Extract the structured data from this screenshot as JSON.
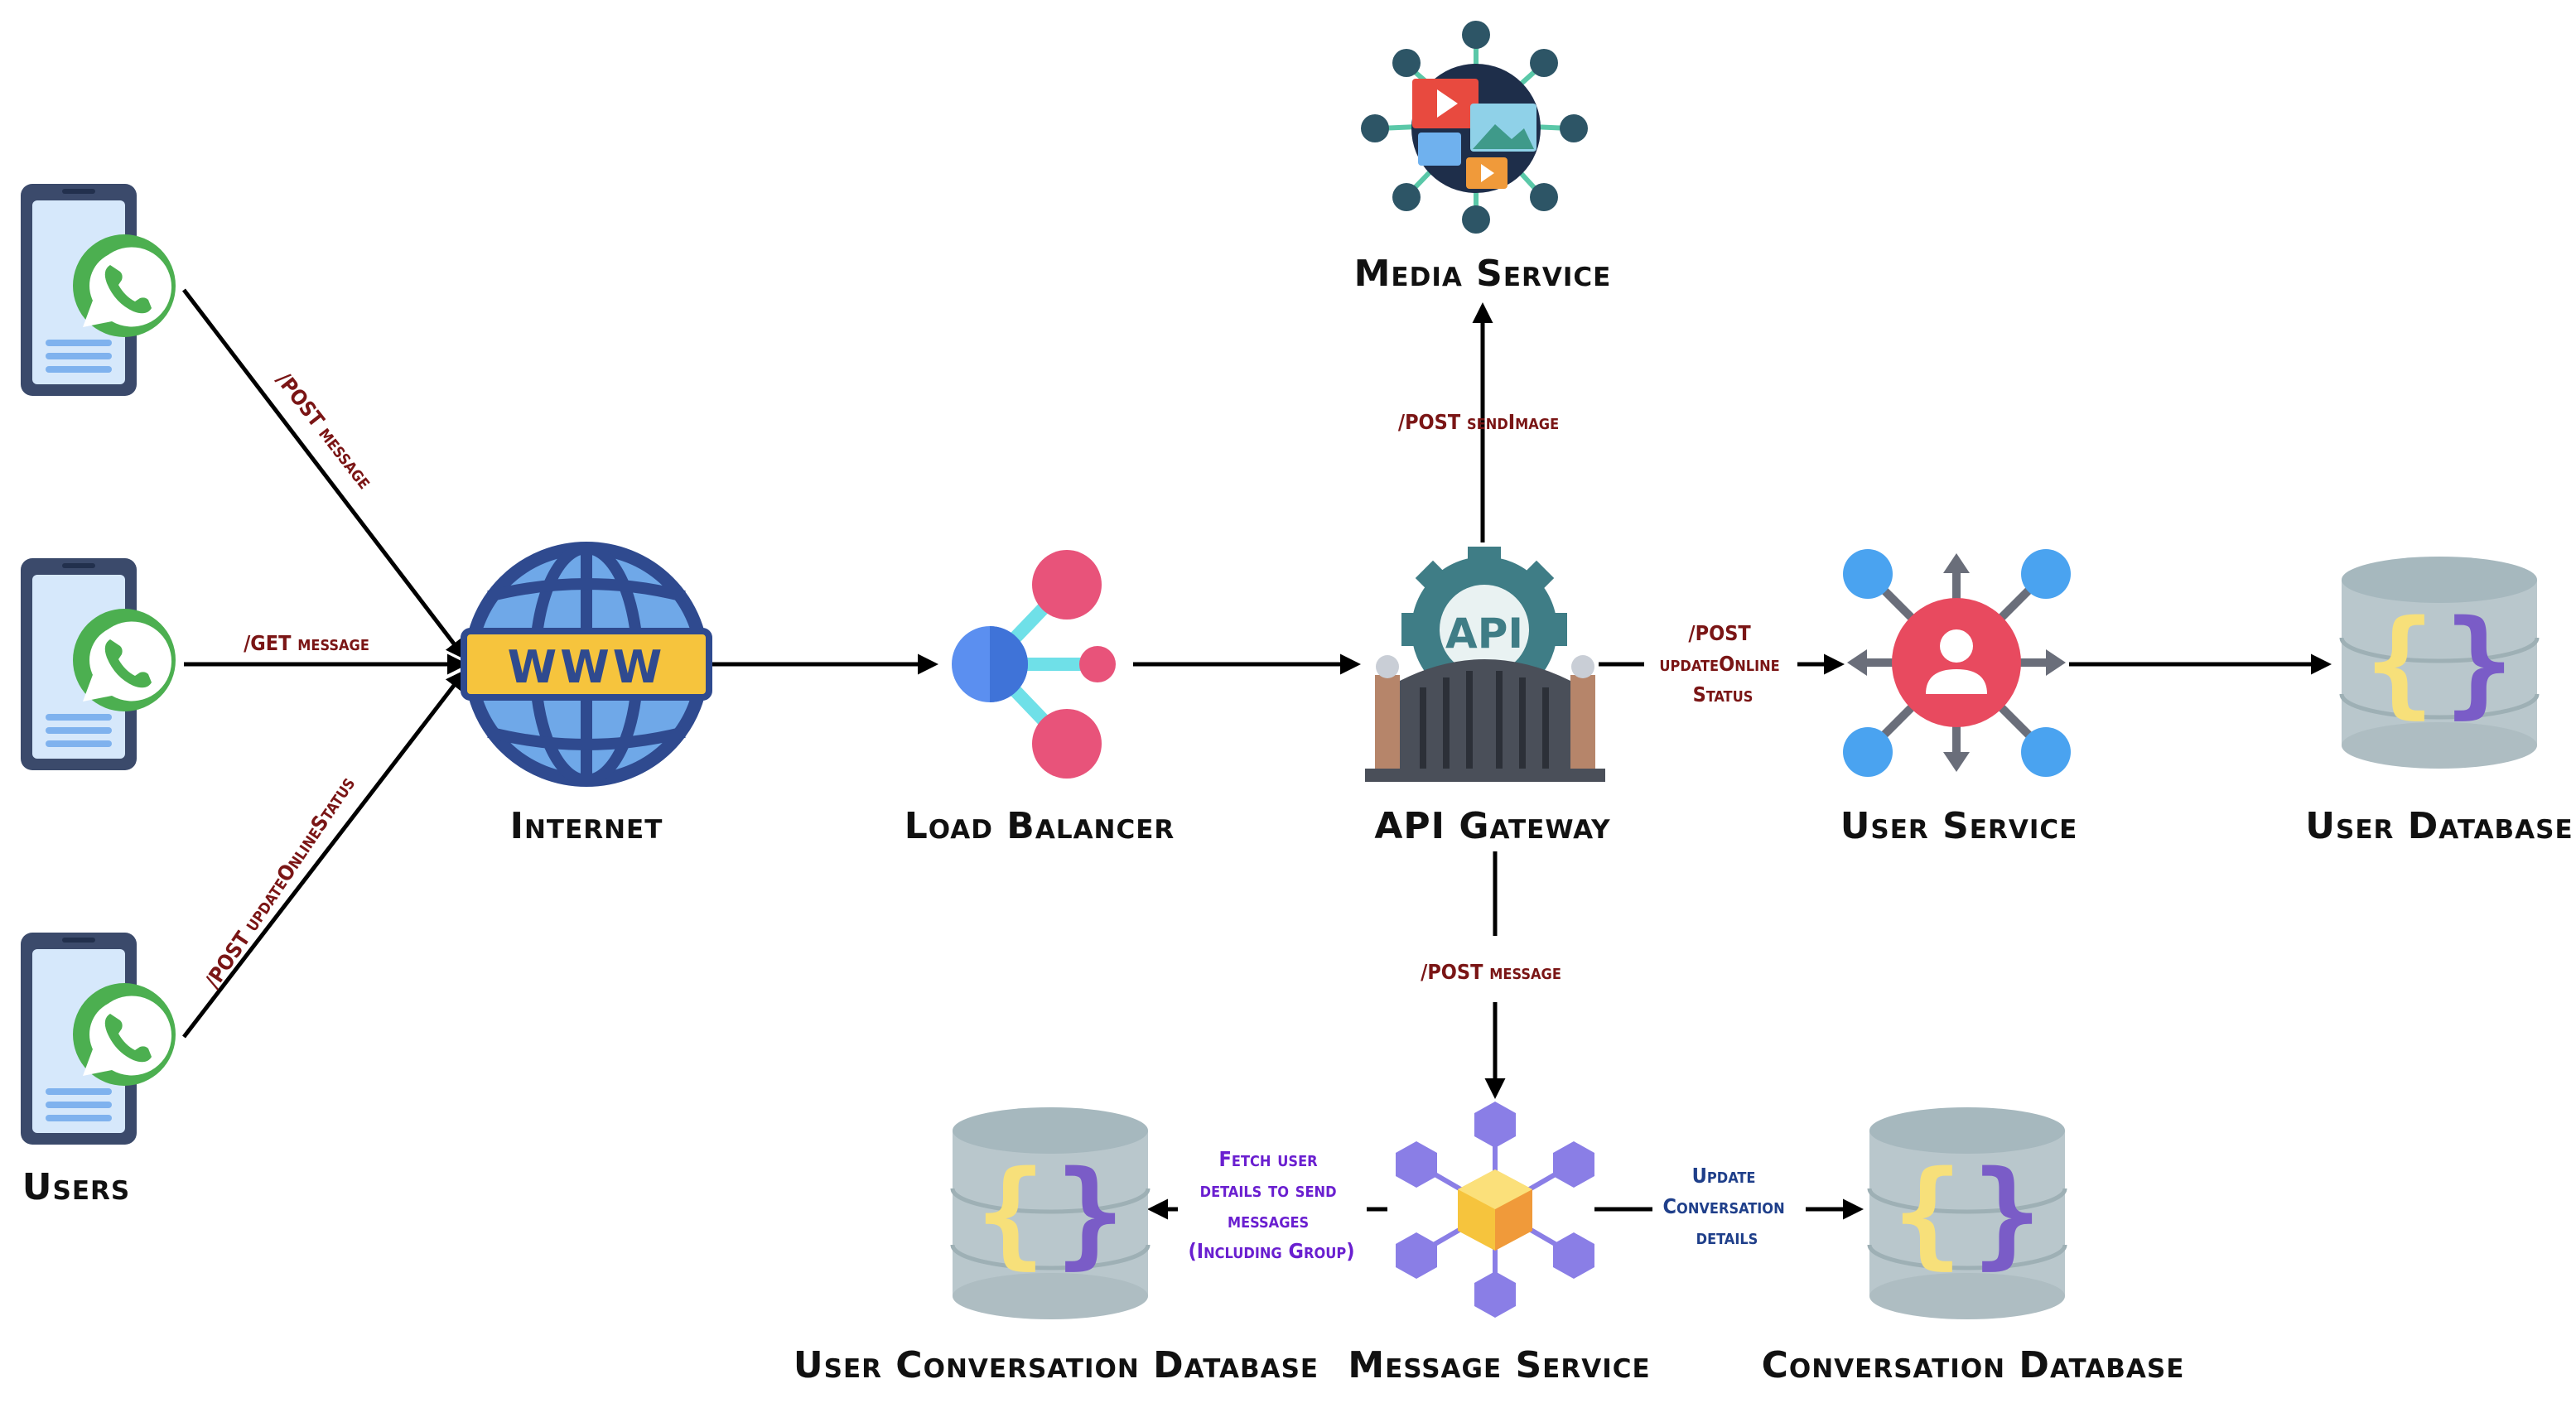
{
  "nodes": {
    "users": {
      "label": "Users"
    },
    "internet": {
      "label": "Internet",
      "badge": "WWW"
    },
    "load_balancer": {
      "label": "Load Balancer"
    },
    "api_gateway": {
      "label": "API Gateway",
      "badge": "API"
    },
    "media_service": {
      "label": "Media Service"
    },
    "user_service": {
      "label": "User Service"
    },
    "user_database": {
      "label": "User Database"
    },
    "message_service": {
      "label": "Message Service"
    },
    "user_conversation_database": {
      "label": "User Conversation Database"
    },
    "conversation_database": {
      "label": "Conversation Database"
    }
  },
  "edges": {
    "post_message": "/POST message",
    "get_message": "/GET message",
    "post_update_online_status": "/POST updateOnlineStatus",
    "post_send_image": "/POST sendImage",
    "gateway_to_user_service": [
      "/POST",
      "updateOnline",
      "Status"
    ],
    "gateway_to_message_service": "/POST message",
    "fetch_user_details": [
      "Fetch user",
      "details to send",
      "messages",
      "(Including Group)"
    ],
    "update_conversation": [
      "Update",
      "Conversation",
      "details"
    ]
  },
  "colors": {
    "edge_text": "#7a1515",
    "fetch_text": "#6a1fd0",
    "update_text": "#1f3f8a",
    "whatsapp_green": "#4caf50",
    "phone_body": "#3b4a6b",
    "globe_blue": "#2f4a8f",
    "www_banner": "#f6c43d",
    "lb_pink": "#e8537a",
    "lb_blue": "#5b8ff0",
    "gateway_teal": "#3f7d86",
    "user_red": "#e84a5f",
    "node_blue": "#4aa3f0",
    "db_gray": "#b9c7cc",
    "cube_yellow": "#f6c43d",
    "hex_purple": "#8a7ee6"
  },
  "icons": [
    "whatsapp-phone-icon",
    "globe-icon",
    "load-balancer-icon",
    "api-gateway-icon",
    "media-service-icon",
    "user-service-icon",
    "database-icon",
    "message-service-icon"
  ]
}
